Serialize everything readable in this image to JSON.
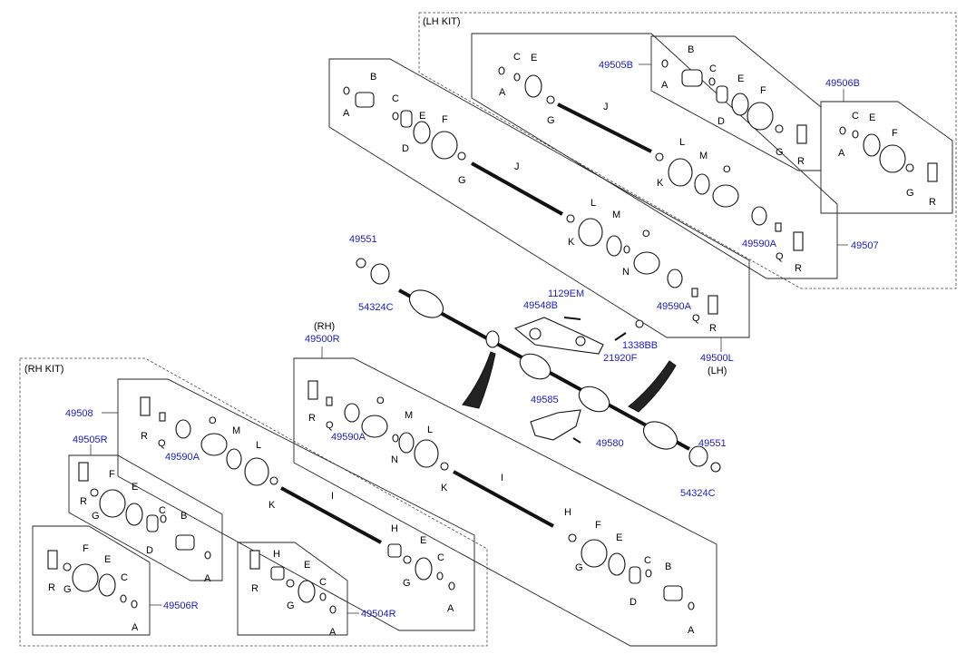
{
  "kits": {
    "lh_kit": "(LH KIT)",
    "rh_kit": "(RH KIT)"
  },
  "part_numbers": {
    "p49505B": "49505B",
    "p49506B": "49506B",
    "p49507": "49507",
    "p49551_top": "49551",
    "p54324C_top": "54324C",
    "p1129EM": "1129EM",
    "p49548B": "49548B",
    "p1338BB": "1338BB",
    "p21920F": "21920F",
    "p49500L": "49500L",
    "p49500R": "49500R",
    "p49590A_1": "49590A",
    "p49590A_2": "49590A",
    "p49590A_3": "49590A",
    "p49590A_4": "49590A",
    "p49585": "49585",
    "p49580": "49580",
    "p49551_bot": "49551",
    "p54324C_bot": "54324C",
    "p49508": "49508",
    "p49505R": "49505R",
    "p49506R": "49506R",
    "p49504R": "49504R"
  },
  "side_labels": {
    "rh": "(RH)",
    "lh": "(LH)"
  },
  "letters": {
    "A": "A",
    "B": "B",
    "C": "C",
    "D": "D",
    "E": "E",
    "F": "F",
    "G": "G",
    "H": "H",
    "I": "I",
    "J": "J",
    "K": "K",
    "L": "L",
    "M": "M",
    "N": "N",
    "O": "O",
    "Q": "Q",
    "R": "R"
  },
  "colors": {
    "part_number": "#1a1acc",
    "outline": "#222222"
  }
}
